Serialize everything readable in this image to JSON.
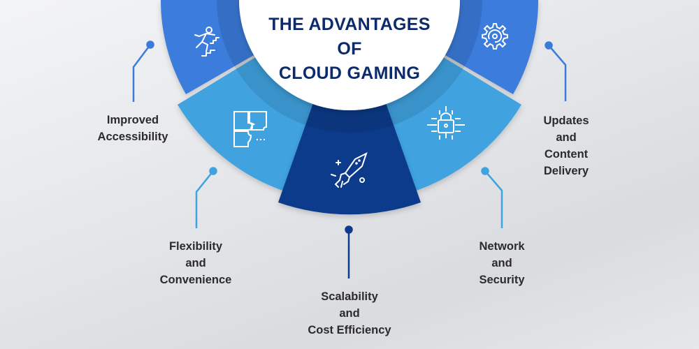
{
  "title": {
    "line1": "THE ADVANTAGES",
    "line2": "OF",
    "line3": "CLOUD GAMING"
  },
  "colors": {
    "upper_segment": "#3a7bdc",
    "light_segment": "#3fa3e0",
    "dark_segment": "#0d3a8c",
    "title_text": "#0d2a6b",
    "label_text": "#2b2b2b",
    "connector_upper": "#3a7bdc",
    "connector_light": "#3fa3e0",
    "connector_dark": "#0d3a8c"
  },
  "segments": [
    {
      "id": "improved-accessibility",
      "icon": "person-climbing-stairs-icon",
      "lines": [
        "Improved",
        "Accessibility"
      ]
    },
    {
      "id": "flexibility-convenience",
      "icon": "puzzle-icon",
      "lines": [
        "Flexibility",
        "and",
        "Convenience"
      ]
    },
    {
      "id": "scalability-cost",
      "icon": "rocket-icon",
      "lines": [
        "Scalability",
        "and",
        "Cost Efficiency"
      ]
    },
    {
      "id": "network-security",
      "icon": "circuit-lock-icon",
      "lines": [
        "Network",
        "and",
        "Security"
      ]
    },
    {
      "id": "updates-content",
      "icon": "gear-refresh-icon",
      "lines": [
        "Updates",
        "and",
        "Content",
        "Delivery"
      ]
    }
  ]
}
